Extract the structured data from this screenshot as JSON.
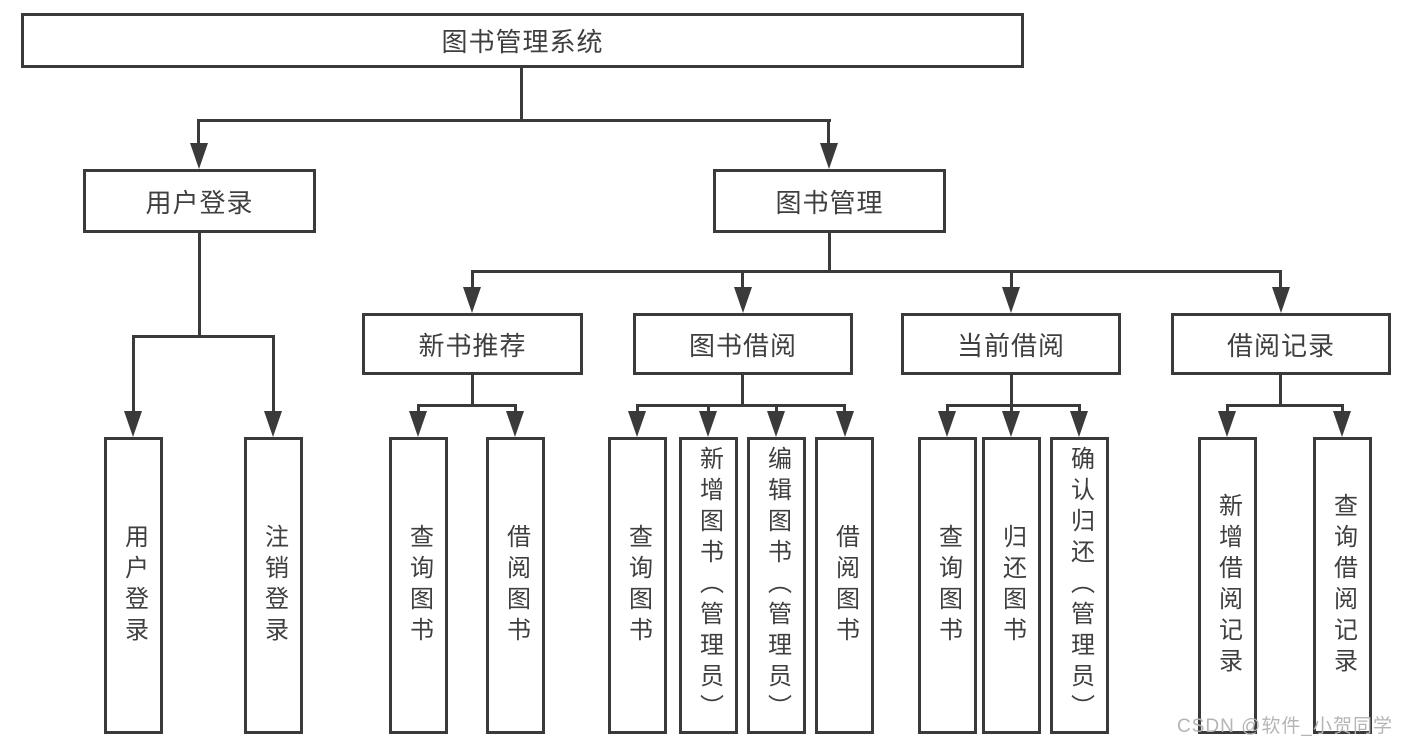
{
  "diagram_title": "图书管理系统",
  "nodes": {
    "root": "图书管理系统",
    "user_login": "用户登录",
    "book_management": "图书管理",
    "new_book_recommendation": "新书推荐",
    "book_borrowing": "图书借阅",
    "current_borrowing": "当前借阅",
    "borrowing_records": "借阅记录",
    "leaf_user_login": "用户登录",
    "leaf_logout": "注销登录",
    "leaf_query_books_rec": "查询图书",
    "leaf_borrow_books_rec": "借阅图书",
    "leaf_query_books_borrow": "查询图书",
    "leaf_add_books_admin": "新增图书（管理员）",
    "leaf_edit_books_admin": "编辑图书（管理员）",
    "leaf_borrow_books_borrow": "借阅图书",
    "leaf_query_books_current": "查询图书",
    "leaf_return_books": "归还图书",
    "leaf_confirm_return_admin": "确认归还（管理员）",
    "leaf_add_borrow_record": "新增借阅记录",
    "leaf_query_borrow_record": "查询借阅记录"
  },
  "watermark": "CSDN @软件_小贺同学",
  "colors": {
    "line": "#3a3a3a",
    "text": "#3f3f3f",
    "watermark": "#b5b5b5",
    "background": "#ffffff"
  }
}
